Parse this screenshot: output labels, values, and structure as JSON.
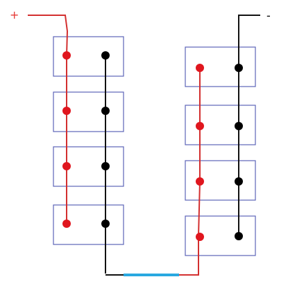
{
  "terminals": {
    "positive": {
      "label": "+",
      "color": "#e53935"
    },
    "negative": {
      "label": "-",
      "color": "#000000"
    }
  },
  "colors": {
    "positive_wire": "#d32f2f",
    "negative_wire": "#111111",
    "series_link": "#29a8e0",
    "cell_outline": "#5c63b8",
    "positive_post": "#e0161e",
    "negative_post": "#000000"
  },
  "banks": [
    {
      "name": "left-bank",
      "cells": 4
    },
    {
      "name": "right-bank",
      "cells": 4
    }
  ]
}
